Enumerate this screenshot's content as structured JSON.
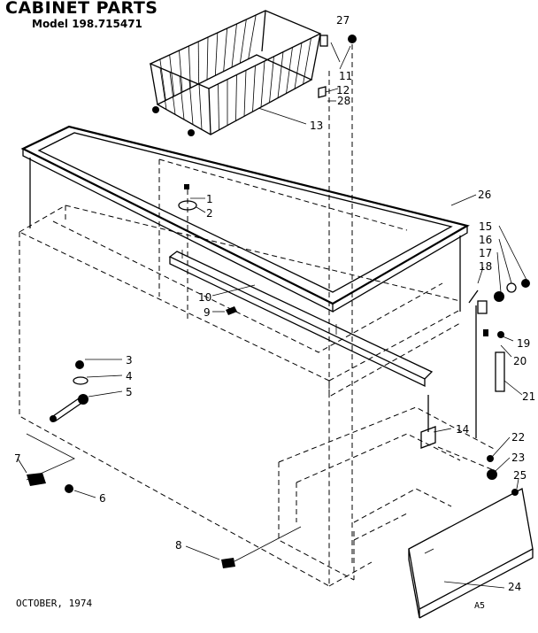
{
  "title": "CABINET PARTS",
  "model": "Model 198.715471",
  "footer": {
    "date": "OCTOBER, 1974",
    "code": "A5"
  },
  "callouts": [
    {
      "id": "c1",
      "text": "1"
    },
    {
      "id": "c2",
      "text": "2"
    },
    {
      "id": "c3",
      "text": "3"
    },
    {
      "id": "c4",
      "text": "4"
    },
    {
      "id": "c5",
      "text": "5"
    },
    {
      "id": "c6",
      "text": "6"
    },
    {
      "id": "c7",
      "text": "7"
    },
    {
      "id": "c8",
      "text": "8"
    },
    {
      "id": "c9",
      "text": "9"
    },
    {
      "id": "c10",
      "text": "10"
    },
    {
      "id": "c11",
      "text": "11"
    },
    {
      "id": "c12",
      "text": "12"
    },
    {
      "id": "c13",
      "text": "13"
    },
    {
      "id": "c14",
      "text": "14"
    },
    {
      "id": "c15",
      "text": "15"
    },
    {
      "id": "c16",
      "text": "16"
    },
    {
      "id": "c17",
      "text": "17"
    },
    {
      "id": "c18",
      "text": "18"
    },
    {
      "id": "c19",
      "text": "19"
    },
    {
      "id": "c20",
      "text": "20"
    },
    {
      "id": "c21",
      "text": "21"
    },
    {
      "id": "c22",
      "text": "22"
    },
    {
      "id": "c23",
      "text": "23"
    },
    {
      "id": "c24",
      "text": "24"
    },
    {
      "id": "c25",
      "text": "25"
    },
    {
      "id": "c26",
      "text": "26"
    },
    {
      "id": "c27",
      "text": "27"
    },
    {
      "id": "c28",
      "text": "28"
    }
  ]
}
